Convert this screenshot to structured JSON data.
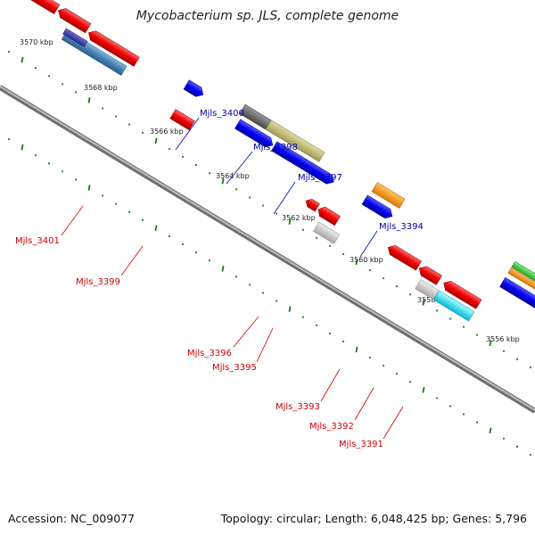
{
  "title": "Mycobacterium sp. JLS, complete genome",
  "footer": {
    "accession": "Accession: NC_009077",
    "summary": "Topology: circular; Length: 6,048,425 bp; Genes: 5,796"
  },
  "ticks": [
    "3570 kbp",
    "3568 kbp",
    "3566 kbp",
    "3564 kbp",
    "3562 kbp",
    "3560 kbp",
    "3558 kbp",
    "3556 kbp"
  ],
  "upper_labels": [
    "Mjls_3400",
    "Mjls_3398",
    "Mjls_3397",
    "Mjls_3394"
  ],
  "lower_labels": [
    "Mjls_3401",
    "Mjls_3399",
    "Mjls_3396",
    "Mjls_3395",
    "Mjls_3393",
    "Mjls_3392",
    "Mjls_3391"
  ],
  "colors": {
    "forward": "#0000ff",
    "reverse": "#ff0000",
    "upper_label": "#0000aa",
    "lower_label": "#cc0000",
    "tick": "#1a7a1a",
    "backbone": "#777777"
  }
}
